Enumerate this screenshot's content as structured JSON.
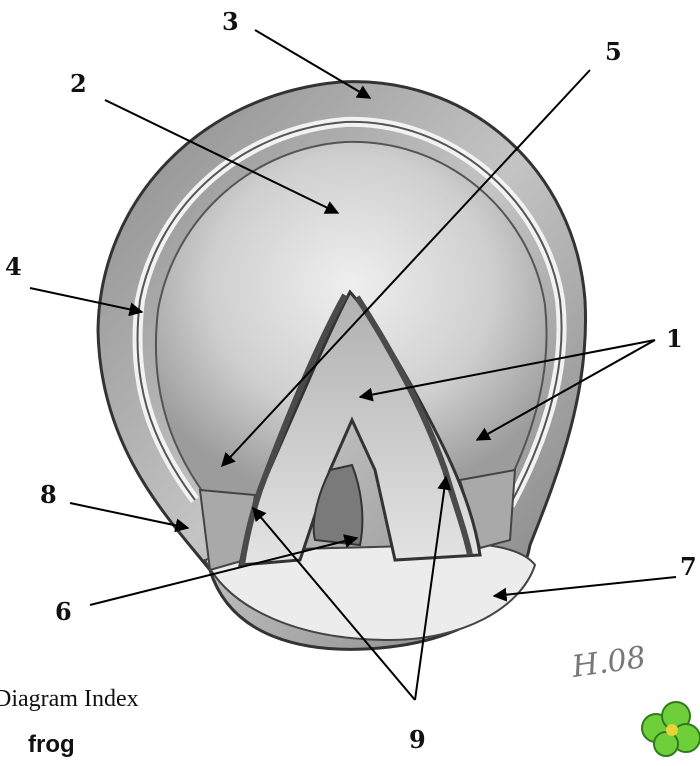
{
  "diagram": {
    "labels": {
      "l1": "1",
      "l2": "2",
      "l3": "3",
      "l4": "4",
      "l5": "5",
      "l6": "6",
      "l7": "7",
      "l8": "8",
      "l9": "9"
    },
    "index_text": "Diagram Index",
    "caption": "frog",
    "signature": "H.08",
    "colors": {
      "paper": "#ffffff",
      "ink": "#111111",
      "shade_dark": "#6e6e6e",
      "shade_mid": "#b9b9b9",
      "shade_light": "#e6e6e6"
    },
    "corner_icon": "clover-logo-icon"
  }
}
